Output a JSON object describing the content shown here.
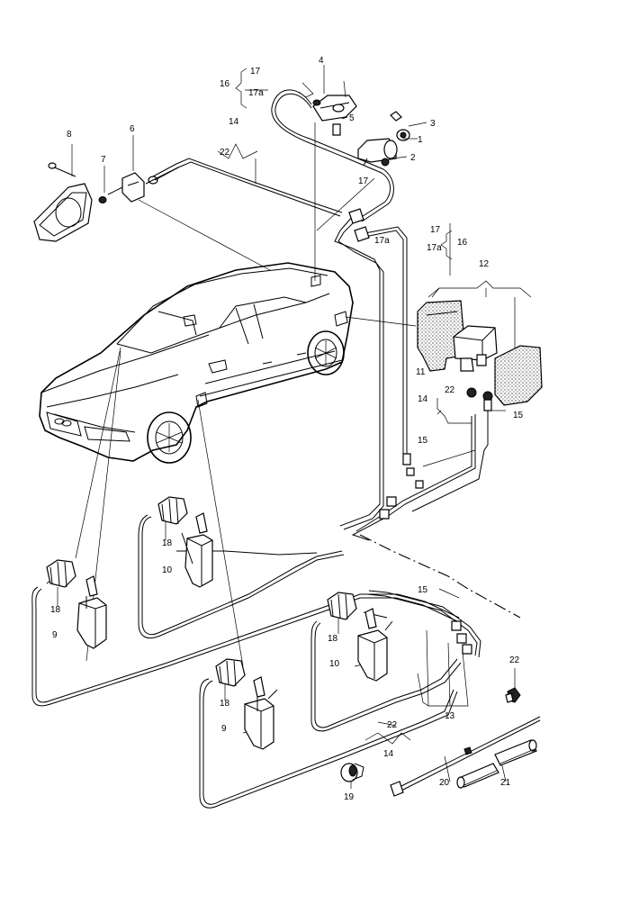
{
  "callouts": {
    "c1": "1",
    "c2": "2",
    "c3": "3",
    "c4": "4",
    "c5": "5",
    "c6": "6",
    "c7": "7",
    "c8": "8",
    "c9a": "9",
    "c9b": "9",
    "c10a": "10",
    "c10b": "10",
    "c11": "11",
    "c12": "12",
    "c13": "13",
    "c14a": "14",
    "c14b": "14",
    "c14c": "14",
    "c15a": "15",
    "c15b": "15",
    "c15c": "15",
    "c16a": "16",
    "c16b": "16",
    "c17a": "17",
    "c17b": "17",
    "c17c": "17",
    "c17aa": "17a",
    "c17ab": "17a",
    "c17ac": "17a",
    "c18a": "18",
    "c18b": "18",
    "c18c": "18",
    "c18d": "18",
    "c19": "19",
    "c20": "20",
    "c21": "21",
    "c22a": "22",
    "c22b": "22",
    "c22c": "22",
    "c22d": "22"
  }
}
